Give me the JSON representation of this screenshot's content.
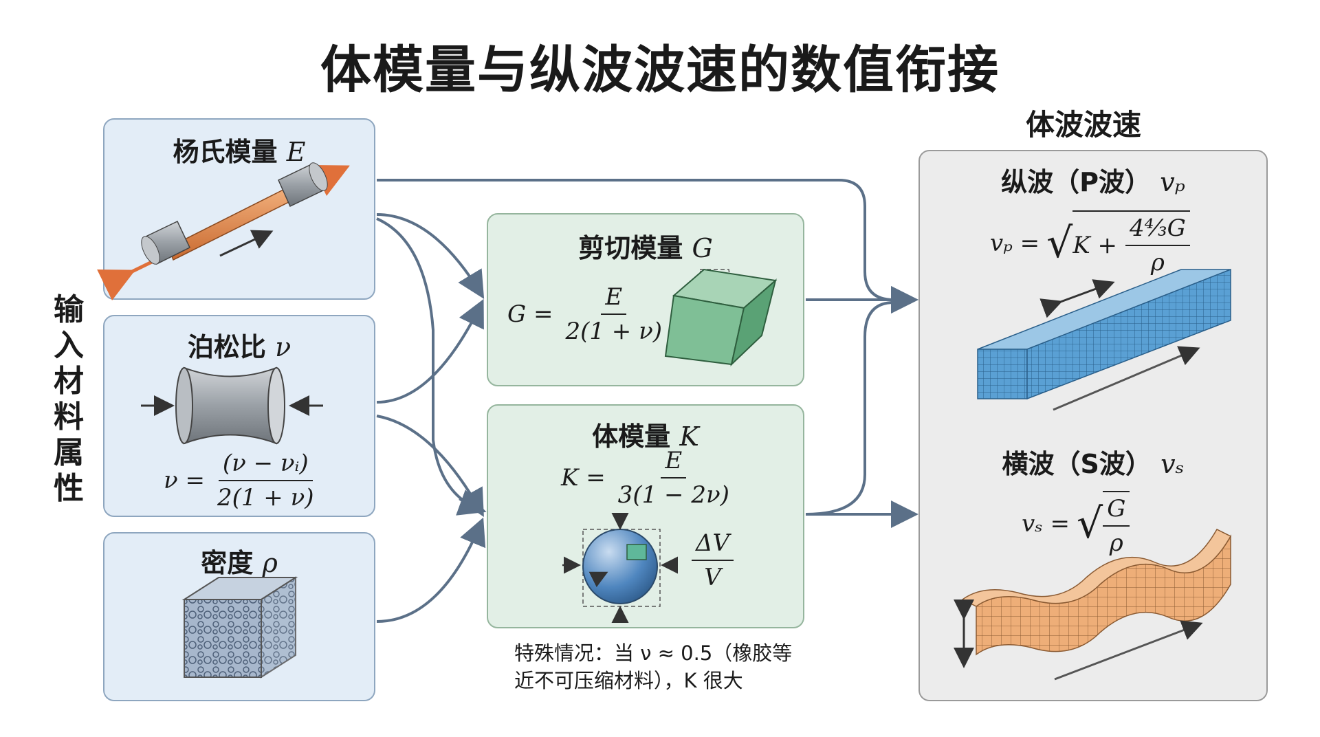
{
  "title": "体模量与纵波波速的数值衔接",
  "side_label": "输入材料属性",
  "inputs": {
    "young": {
      "label": "杨氏模量",
      "symbol": "E"
    },
    "poisson": {
      "label": "泊松比",
      "symbol": "ν",
      "formula_lhs": "ν =",
      "formula_num": "(ν − νᵢ)",
      "formula_den": "2(1 + ν)"
    },
    "density": {
      "label": "密度",
      "symbol": "ρ"
    }
  },
  "shear": {
    "label": "剪切模量",
    "symbol": "G",
    "formula_lhs": "G =",
    "formula_num": "E",
    "formula_den": "2(1 + ν)"
  },
  "bulk": {
    "label": "体模量",
    "symbol": "K",
    "formula_lhs": "K =",
    "formula_num": "E",
    "formula_den": "3(1 − 2ν)",
    "volume_num": "ΔV",
    "volume_den": "V"
  },
  "note": "特殊情况：当 ν ≈ 0.5（橡胶等近不可压缩材料），K 很大",
  "output": {
    "header": "体波波速",
    "p_wave": {
      "label": "纵波（P波）",
      "symbol": "vₚ",
      "formula_lhs": "vₚ =",
      "radicand_a": "K +",
      "frac_num": "4⁴⁄₃G",
      "frac_den": "ρ"
    },
    "s_wave": {
      "label": "横波（S波）",
      "symbol": "vₛ",
      "formula_lhs": "vₛ =",
      "frac_num": "G",
      "frac_den": "ρ"
    }
  },
  "colors": {
    "input_bg": "#e3edf7",
    "mid_bg": "#e2efe6",
    "out_bg": "#ececec",
    "arrow": "#5b7088",
    "p_wave": "#4e93c9",
    "s_wave": "#e6a46a",
    "rod": "#e08a4e"
  }
}
